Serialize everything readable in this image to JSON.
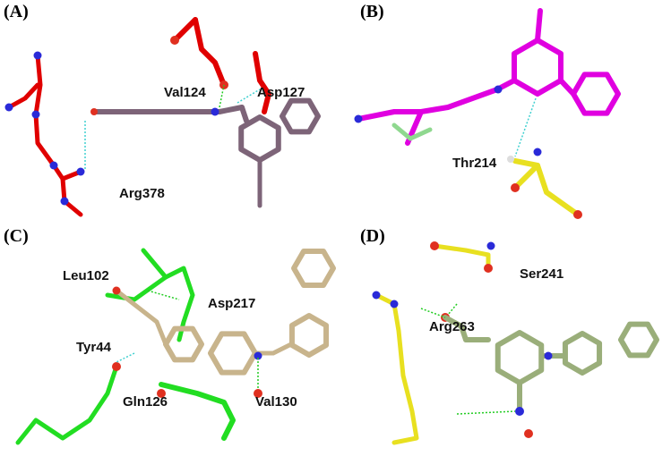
{
  "panels": [
    {
      "label": "(A)",
      "residues": [
        "Val124",
        "Asp127",
        "Arg378"
      ],
      "residue_color": "#e00000",
      "ligand_color": "#7d6478"
    },
    {
      "label": "(B)",
      "residues": [
        "Thr214"
      ],
      "residue_color": "#e8e020",
      "ligand_color": "#e000e0"
    },
    {
      "label": "(C)",
      "residues": [
        "Leu102",
        "Asp217",
        "Tyr44",
        "Gln126",
        "Val130"
      ],
      "residue_color": "#22dd22",
      "ligand_color": "#c8b48c"
    },
    {
      "label": "(D)",
      "residues": [
        "Ser241",
        "Arg263"
      ],
      "residue_color": "#e8e020",
      "ligand_color": "#9aae7a"
    }
  ],
  "colors": {
    "nitrogen": "#2a2ad8",
    "oxygen": "#e03020",
    "hydrogen": "#dddddd",
    "fluorine": "#8fd88f",
    "hbond": "#22cc22",
    "contact": "#40d0d0"
  }
}
